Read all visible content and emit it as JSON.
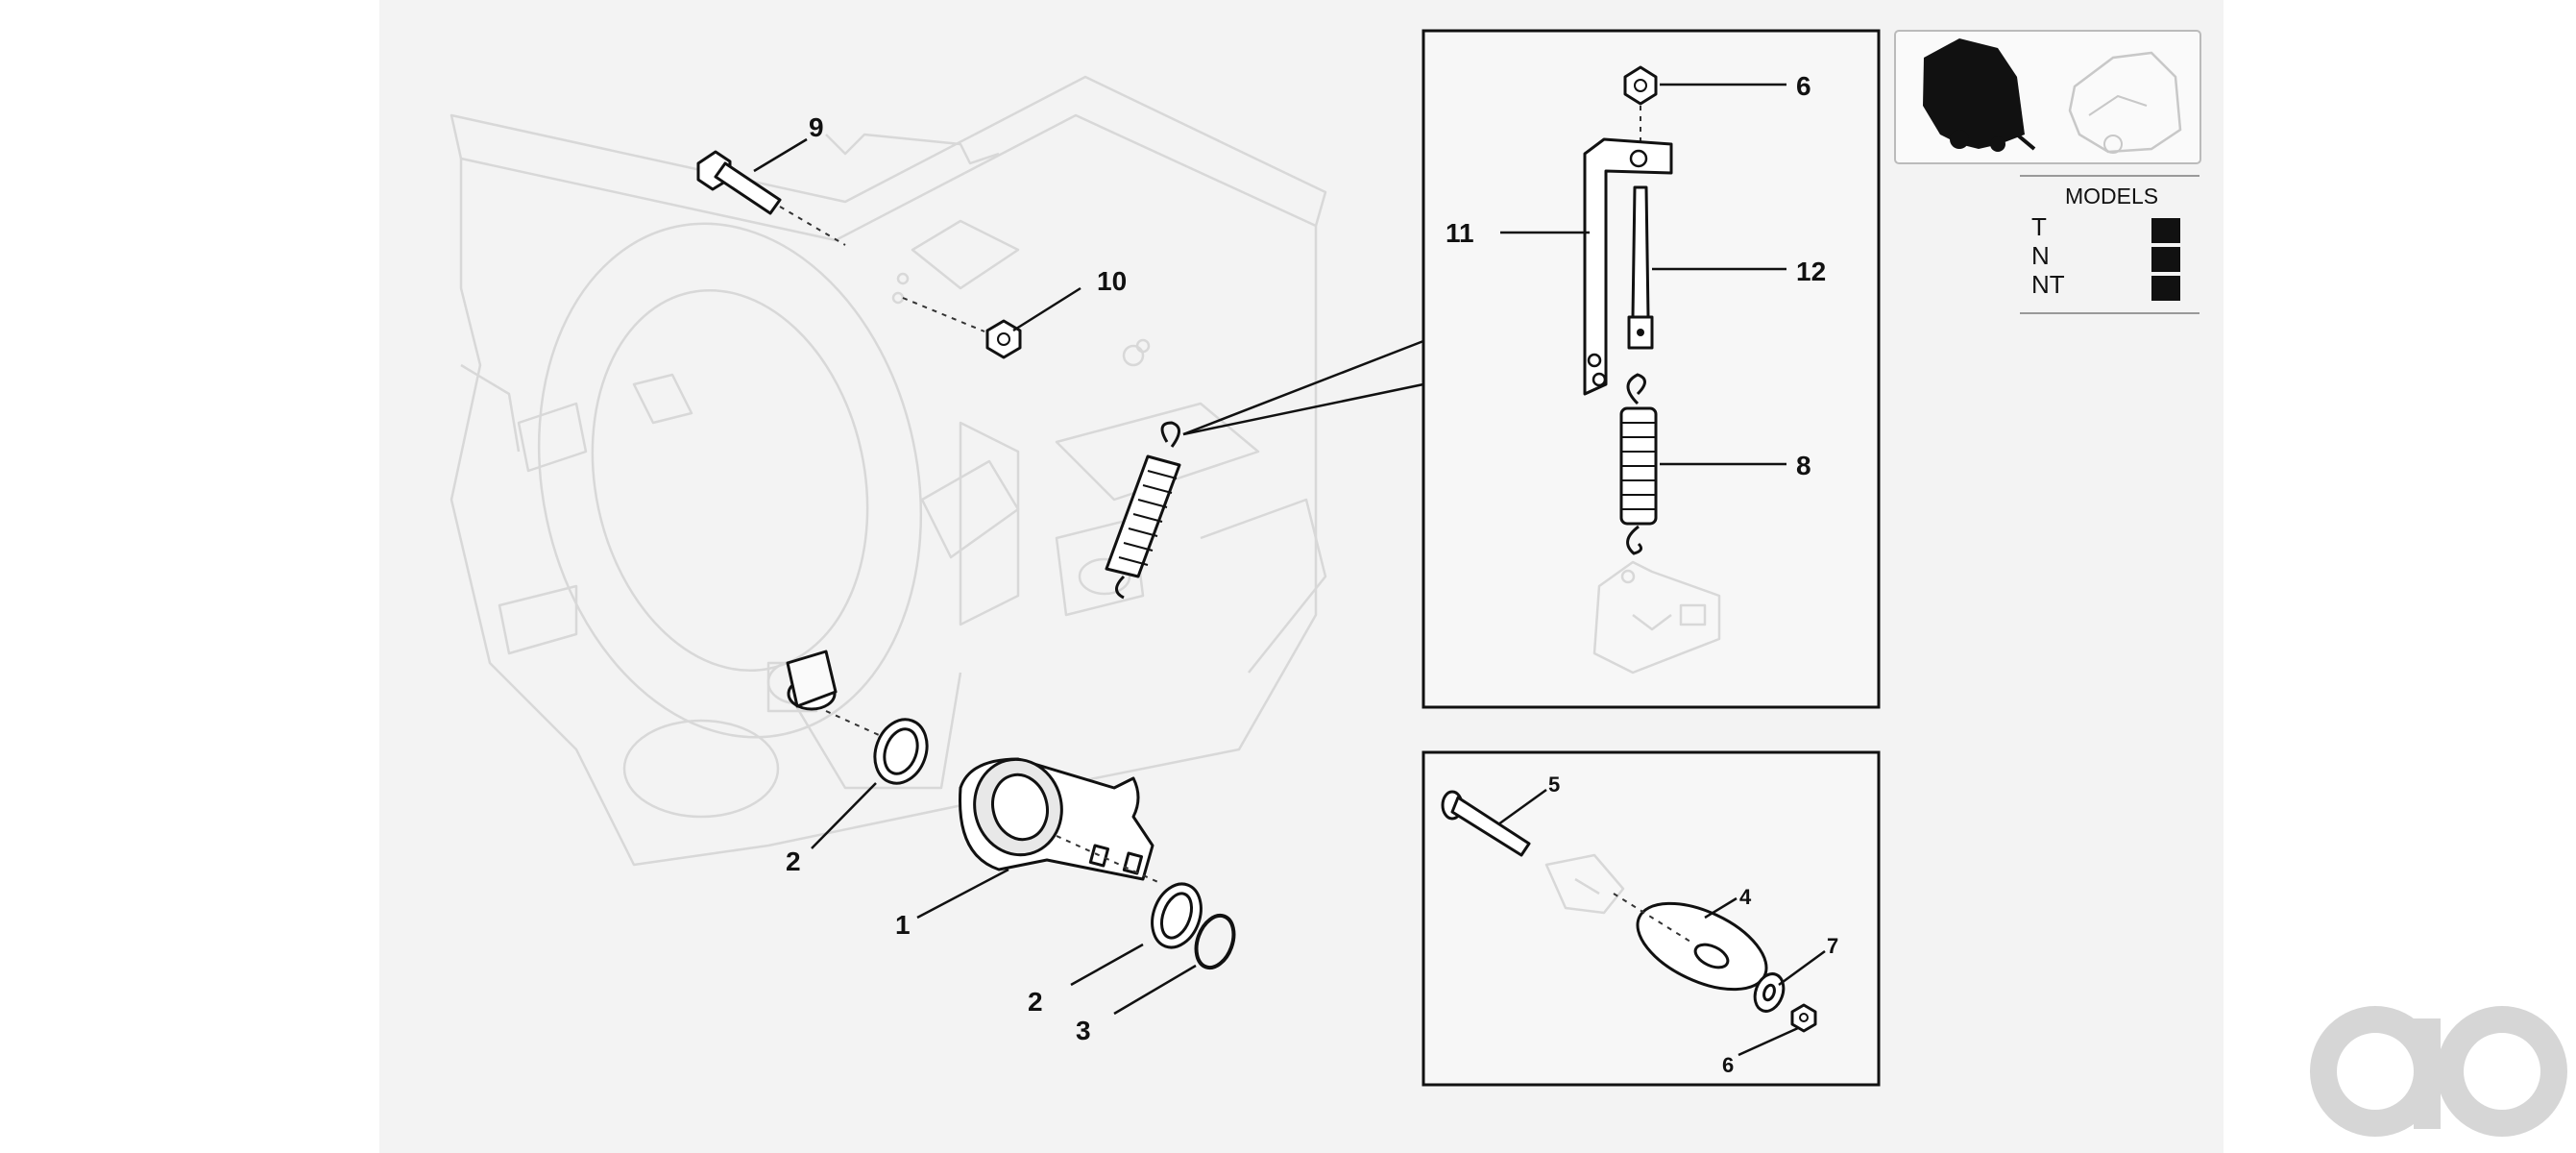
{
  "callouts": {
    "c1": "1",
    "c2a": "2",
    "c2b": "2",
    "c3": "3",
    "c9": "9",
    "c10": "10",
    "d6": "6",
    "d11": "11",
    "d12": "12",
    "d8": "8",
    "e5": "5",
    "e4": "4",
    "e7": "7",
    "e6": "6"
  },
  "legend": {
    "title": "MODELS",
    "rows": [
      "T",
      "N",
      "NT"
    ]
  },
  "icons": {
    "thumbnail_selected": "baler-solid-icon",
    "thumbnail_outline": "baler-outline-icon",
    "watermark": "ao-logo-icon"
  }
}
